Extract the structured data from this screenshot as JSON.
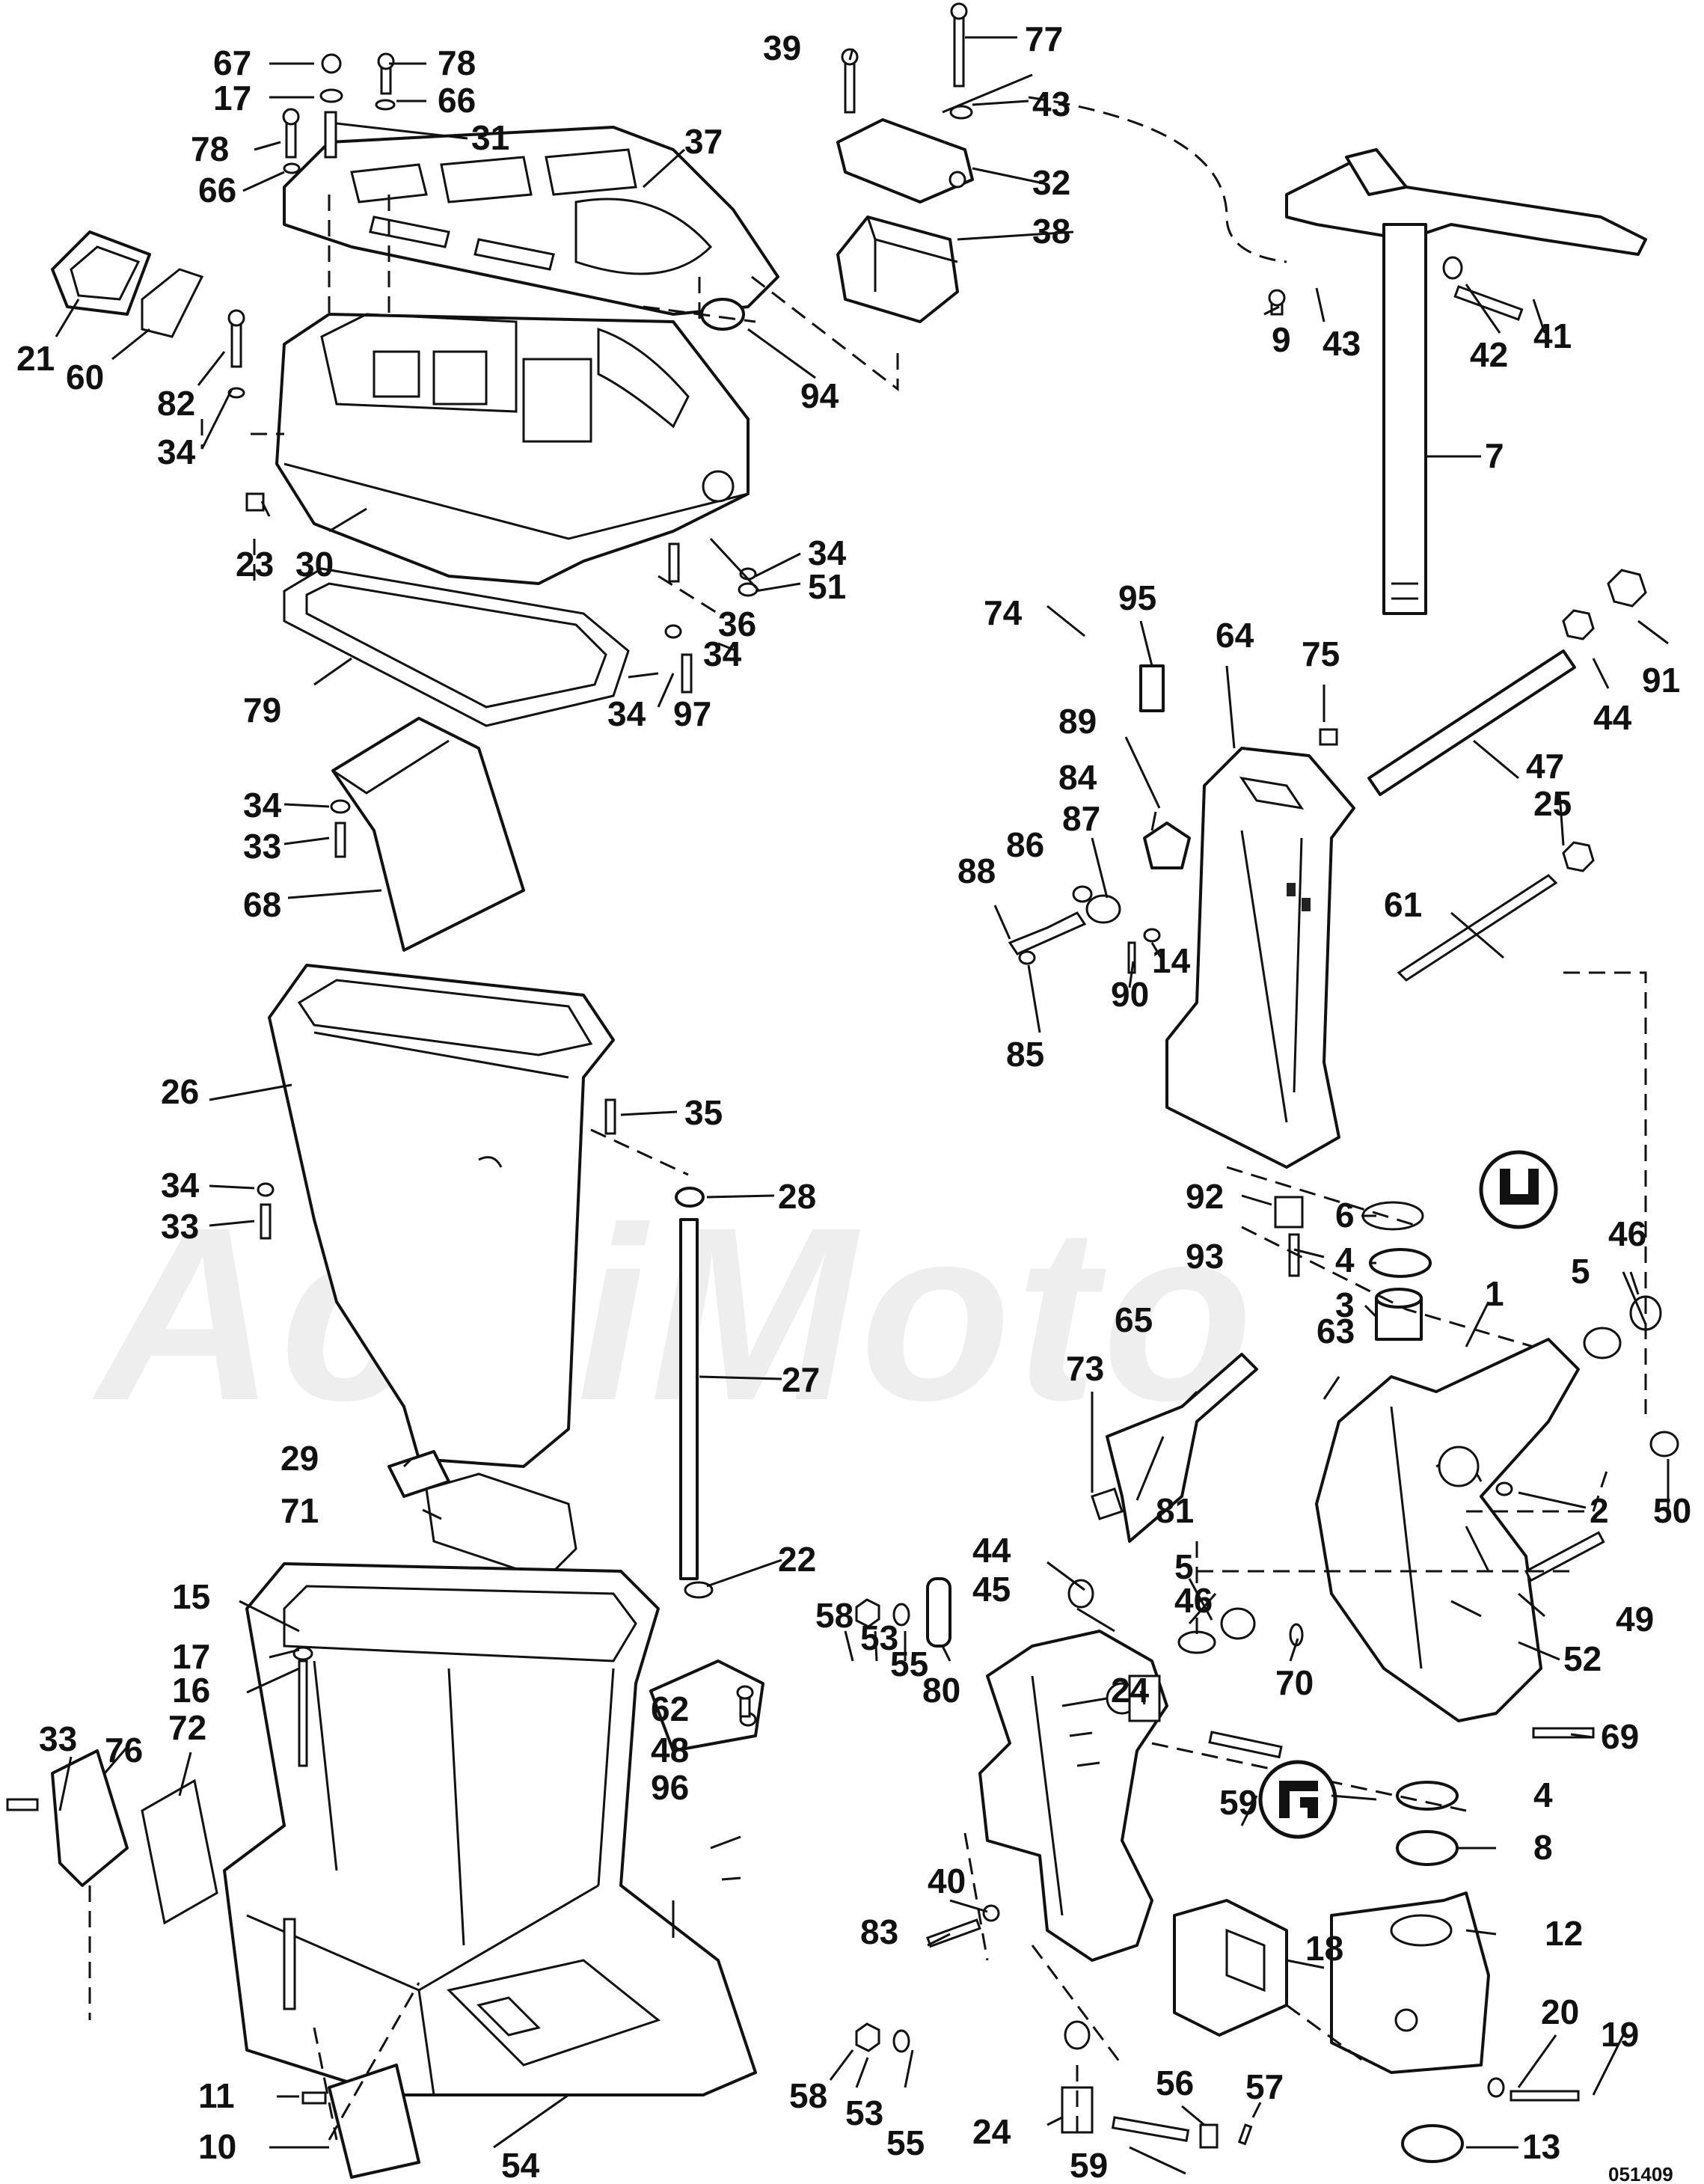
{
  "watermark": "AchiMoto",
  "drawing_number": "051409",
  "callouts": [
    {
      "id": "c67",
      "label": "67"
    },
    {
      "id": "c17a",
      "label": "17"
    },
    {
      "id": "c78a",
      "label": "78"
    },
    {
      "id": "c66a",
      "label": "66"
    },
    {
      "id": "c78b",
      "label": "78"
    },
    {
      "id": "c66b",
      "label": "66"
    },
    {
      "id": "c31",
      "label": "31"
    },
    {
      "id": "c37",
      "label": "37"
    },
    {
      "id": "c21",
      "label": "21"
    },
    {
      "id": "c60",
      "label": "60"
    },
    {
      "id": "c82",
      "label": "82"
    },
    {
      "id": "c34a",
      "label": "34"
    },
    {
      "id": "c23",
      "label": "23"
    },
    {
      "id": "c30",
      "label": "30"
    },
    {
      "id": "c94",
      "label": "94"
    },
    {
      "id": "c34b",
      "label": "34"
    },
    {
      "id": "c51",
      "label": "51"
    },
    {
      "id": "c36",
      "label": "36"
    },
    {
      "id": "c34c",
      "label": "34"
    },
    {
      "id": "c79",
      "label": "79"
    },
    {
      "id": "c34d",
      "label": "34"
    },
    {
      "id": "c97",
      "label": "97"
    },
    {
      "id": "c39",
      "label": "39"
    },
    {
      "id": "c77",
      "label": "77"
    },
    {
      "id": "c43a",
      "label": "43"
    },
    {
      "id": "c32",
      "label": "32"
    },
    {
      "id": "c38",
      "label": "38"
    },
    {
      "id": "c43b",
      "label": "43"
    },
    {
      "id": "c9",
      "label": "9"
    },
    {
      "id": "c42",
      "label": "42"
    },
    {
      "id": "c41",
      "label": "41"
    },
    {
      "id": "c7",
      "label": "7"
    },
    {
      "id": "c74",
      "label": "74"
    },
    {
      "id": "c95",
      "label": "95"
    },
    {
      "id": "c64",
      "label": "64"
    },
    {
      "id": "c75",
      "label": "75"
    },
    {
      "id": "c91",
      "label": "91"
    },
    {
      "id": "c44a",
      "label": "44"
    },
    {
      "id": "c47",
      "label": "47"
    },
    {
      "id": "c89",
      "label": "89"
    },
    {
      "id": "c84",
      "label": "84"
    },
    {
      "id": "c87",
      "label": "87"
    },
    {
      "id": "c86",
      "label": "86"
    },
    {
      "id": "c88",
      "label": "88"
    },
    {
      "id": "c25",
      "label": "25"
    },
    {
      "id": "c61",
      "label": "61"
    },
    {
      "id": "c14",
      "label": "14"
    },
    {
      "id": "c90",
      "label": "90"
    },
    {
      "id": "c85",
      "label": "85"
    },
    {
      "id": "c34e",
      "label": "34"
    },
    {
      "id": "c33a",
      "label": "33"
    },
    {
      "id": "c68",
      "label": "68"
    },
    {
      "id": "c26",
      "label": "26"
    },
    {
      "id": "c35",
      "label": "35"
    },
    {
      "id": "c34f",
      "label": "34"
    },
    {
      "id": "c33b",
      "label": "33"
    },
    {
      "id": "c28",
      "label": "28"
    },
    {
      "id": "c27",
      "label": "27"
    },
    {
      "id": "c92",
      "label": "92"
    },
    {
      "id": "c6",
      "label": "6"
    },
    {
      "id": "c4a",
      "label": "4"
    },
    {
      "id": "c93",
      "label": "93"
    },
    {
      "id": "c3",
      "label": "3"
    },
    {
      "id": "c46a",
      "label": "46"
    },
    {
      "id": "c5a",
      "label": "5"
    },
    {
      "id": "c1",
      "label": "1"
    },
    {
      "id": "c63",
      "label": "63"
    },
    {
      "id": "c65",
      "label": "65"
    },
    {
      "id": "c73",
      "label": "73"
    },
    {
      "id": "c81",
      "label": "81"
    },
    {
      "id": "c2",
      "label": "2"
    },
    {
      "id": "c50",
      "label": "50"
    },
    {
      "id": "c29",
      "label": "29"
    },
    {
      "id": "c71",
      "label": "71"
    },
    {
      "id": "c22",
      "label": "22"
    },
    {
      "id": "c15",
      "label": "15"
    },
    {
      "id": "c44b",
      "label": "44"
    },
    {
      "id": "c45",
      "label": "45"
    },
    {
      "id": "c5b",
      "label": "5"
    },
    {
      "id": "c46b",
      "label": "46"
    },
    {
      "id": "c49",
      "label": "49"
    },
    {
      "id": "c52",
      "label": "52"
    },
    {
      "id": "c70",
      "label": "70"
    },
    {
      "id": "c69",
      "label": "69"
    },
    {
      "id": "c58a",
      "label": "58"
    },
    {
      "id": "c53a",
      "label": "53"
    },
    {
      "id": "c55a",
      "label": "55"
    },
    {
      "id": "c80",
      "label": "80"
    },
    {
      "id": "c24a",
      "label": "24"
    },
    {
      "id": "c17b",
      "label": "17"
    },
    {
      "id": "c16",
      "label": "16"
    },
    {
      "id": "c33c",
      "label": "33"
    },
    {
      "id": "c76",
      "label": "76"
    },
    {
      "id": "c72",
      "label": "72"
    },
    {
      "id": "c62",
      "label": "62"
    },
    {
      "id": "c48",
      "label": "48"
    },
    {
      "id": "c96",
      "label": "96"
    },
    {
      "id": "c59a",
      "label": "59"
    },
    {
      "id": "c4b",
      "label": "4"
    },
    {
      "id": "c8",
      "label": "8"
    },
    {
      "id": "c40",
      "label": "40"
    },
    {
      "id": "c83",
      "label": "83"
    },
    {
      "id": "c18",
      "label": "18"
    },
    {
      "id": "c12",
      "label": "12"
    },
    {
      "id": "c20",
      "label": "20"
    },
    {
      "id": "c19",
      "label": "19"
    },
    {
      "id": "c11",
      "label": "11"
    },
    {
      "id": "c58b",
      "label": "58"
    },
    {
      "id": "c53b",
      "label": "53"
    },
    {
      "id": "c55b",
      "label": "55"
    },
    {
      "id": "c24b",
      "label": "24"
    },
    {
      "id": "c59b",
      "label": "59"
    },
    {
      "id": "c56",
      "label": "56"
    },
    {
      "id": "c57",
      "label": "57"
    },
    {
      "id": "c13",
      "label": "13"
    },
    {
      "id": "c10",
      "label": "10"
    },
    {
      "id": "c54",
      "label": "54"
    }
  ]
}
